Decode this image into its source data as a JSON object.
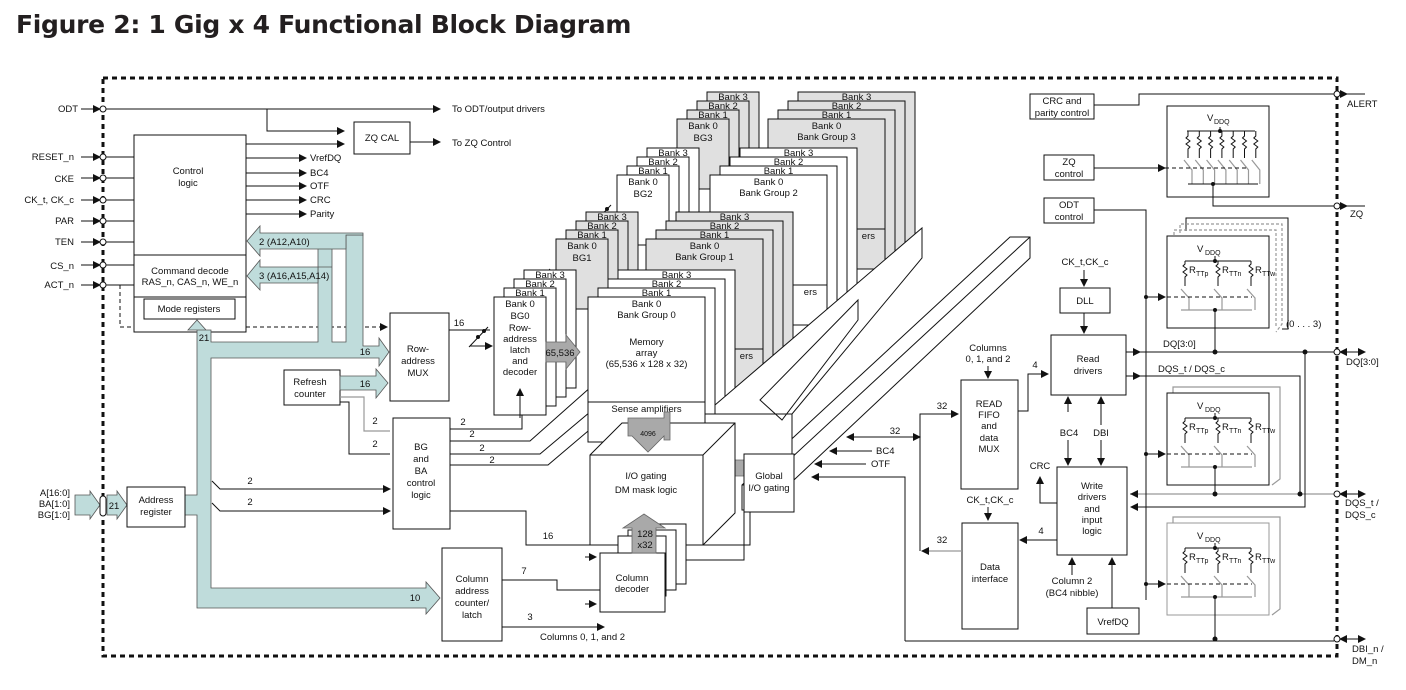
{
  "title": "Figure 2: 1 Gig x 4 Functional Block Diagram",
  "inputs": {
    "odt": "ODT",
    "reset": "RESET_n",
    "cke": "CKE",
    "ck": "CK_t, CK_c",
    "par": "PAR",
    "ten": "TEN",
    "cs": "CS_n",
    "act": "ACT_n",
    "addr": [
      "A[16:0]",
      "BA[1:0]",
      "BG[1:0]"
    ]
  },
  "outputs": {
    "alert": "ALERT",
    "zq": "ZQ",
    "dq": "DQ[3:0]",
    "dqs": [
      "DQS_t /",
      "DQS_c"
    ],
    "dbi": [
      "DBI_n /",
      "DM_n"
    ]
  },
  "control": {
    "logic": [
      "Control",
      "logic"
    ],
    "cmd_decode": [
      "Command decode",
      "RAS_n, CAS_n, WE_n"
    ],
    "mode_regs": "Mode registers",
    "signals": [
      "VrefDQ",
      "BC4",
      "OTF",
      "CRC",
      "Parity"
    ],
    "to_odt": "To ODT/output drivers",
    "to_zq": "To ZQ Control",
    "zqcal": "ZQ CAL",
    "bus_a12": "2 (A12,A10)",
    "bus_a16": "3 (A16,A15,A14)"
  },
  "address": {
    "register": [
      "Address",
      "register"
    ],
    "width_in": "21",
    "width_mode": "21",
    "refresh": [
      "Refresh",
      "counter"
    ],
    "row_mux": [
      "Row-",
      "address",
      "MUX"
    ],
    "row_w1": "16",
    "row_w2": "16",
    "row_out": "16",
    "bgba": [
      "BG",
      "and",
      "BA",
      "control",
      "logic"
    ],
    "bgba_w": [
      "2",
      "2",
      "2",
      "2"
    ],
    "bgba_out": [
      "2",
      "2",
      "2",
      "2"
    ],
    "col_counter": [
      "Column",
      "address",
      "counter/",
      "latch"
    ],
    "col_w": "10",
    "col_7": "7",
    "col_3": "3",
    "col_16": "16",
    "columns_label": "Columns 0, 1, and 2"
  },
  "banks": {
    "bank_labels": [
      "Bank 3",
      "Bank 2",
      "Bank 1",
      "Bank 0"
    ],
    "groups": [
      {
        "short": "BG3",
        "long": "Bank Group 3"
      },
      {
        "short": "BG2",
        "long": "Bank Group 2"
      },
      {
        "short": "BG1",
        "long": "Bank Group 1"
      },
      {
        "short": "BG0",
        "long": "Bank Group 0"
      }
    ],
    "row_latch": [
      "Row-",
      "address",
      "latch",
      "and",
      "decoder"
    ],
    "rows_bus": "65,536",
    "memory_array": [
      "Memory",
      "array",
      "(65,536  x 128 x 32)"
    ],
    "sense_amps": "Sense amplifiers",
    "sense_partial": "ers",
    "io_bus": "4096",
    "io_gating": [
      "I/O gating",
      "DM mask logic"
    ],
    "col_bus": [
      "128",
      "x32"
    ],
    "col_decoder": [
      "Column",
      "decoder"
    ],
    "global_io": [
      "Global",
      "I/O gating"
    ]
  },
  "datapath": {
    "bus32a": "32",
    "bus32b": "32",
    "bus32c": "32",
    "bc4": "BC4",
    "otf": "OTF",
    "columns_in": [
      "Columns",
      "0, 1, and 2"
    ],
    "read_fifo": [
      "READ",
      "FIFO",
      "and",
      "data",
      "MUX"
    ],
    "w4a": "4",
    "w4b": "4",
    "read_drivers": [
      "Read",
      "drivers"
    ],
    "dll": "DLL",
    "ck_dll": "CK_t,CK_c",
    "ck_data": "CK_t,CK_c",
    "bc4_v": "BC4",
    "dbi_v": "DBI",
    "crc": "CRC",
    "write_drivers": [
      "Write",
      "drivers",
      "and",
      "input",
      "logic"
    ],
    "data_interface": [
      "Data",
      "interface"
    ],
    "column2": [
      "Column 2",
      "(BC4 nibble)"
    ],
    "vrefdq": "VrefDQ",
    "dq_label": "DQ[3:0]",
    "dqs_label": "DQS_t / DQS_c"
  },
  "right": {
    "crc_parity": [
      "CRC and",
      "parity control"
    ],
    "zq_control": [
      "ZQ",
      "control"
    ],
    "odt_control": [
      "ODT",
      "control"
    ],
    "vddq": "V",
    "vddq_sub": "DDQ",
    "rtt": [
      {
        "r": "R",
        "s": "TTp"
      },
      {
        "r": "R",
        "s": "TTn"
      },
      {
        "r": "R",
        "s": "TTw"
      }
    ],
    "range": "(0 . . . 3)"
  }
}
